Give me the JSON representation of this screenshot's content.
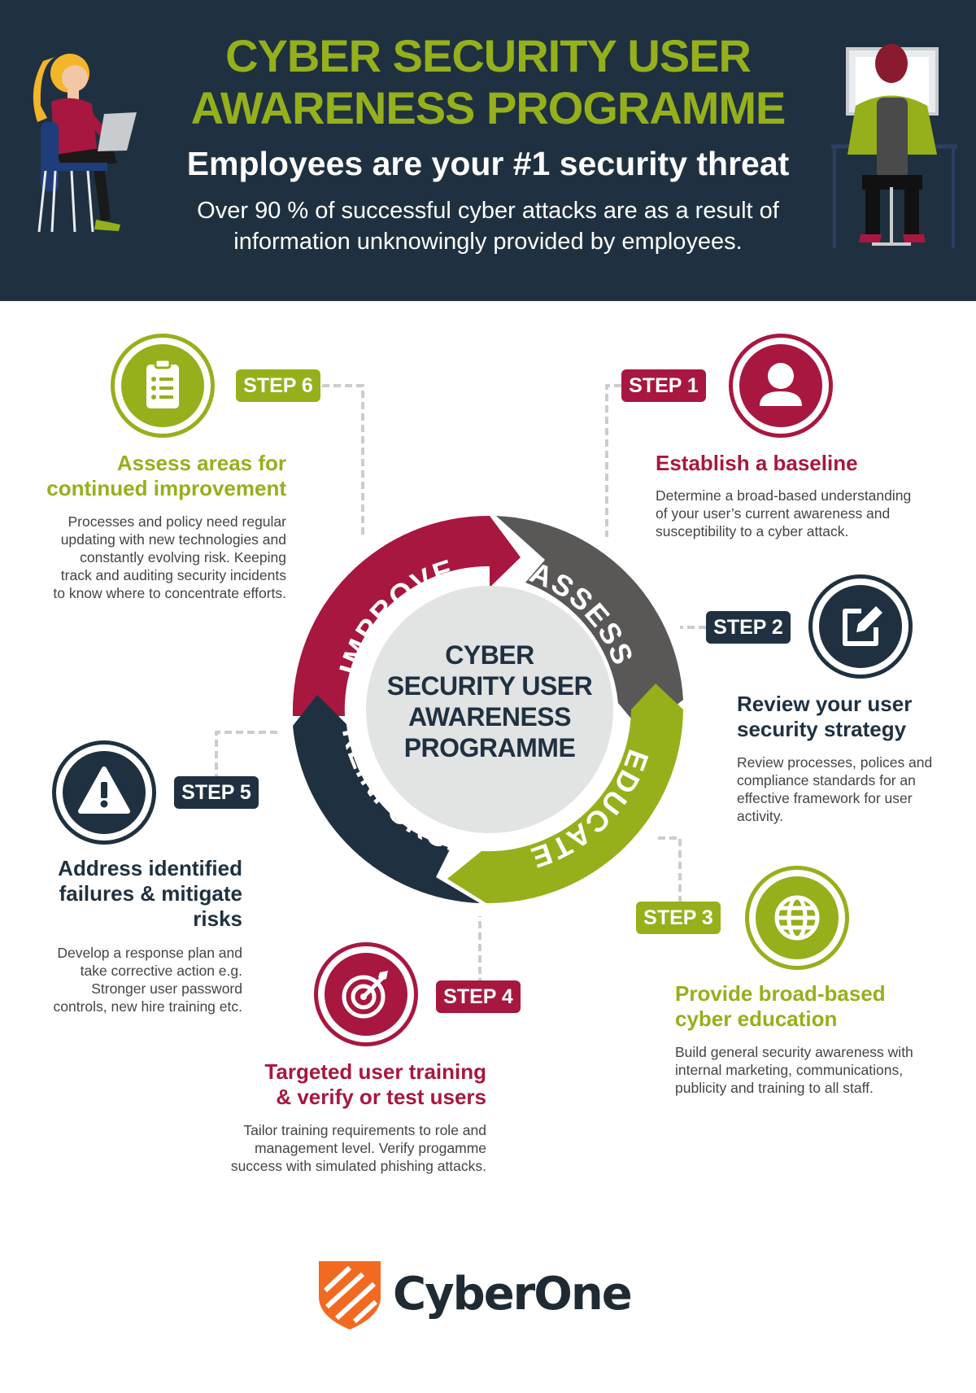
{
  "header": {
    "title_line1": "CYBER SECURITY USER",
    "title_line2": "AWARENESS PROGRAMME",
    "subtitle": "Employees are your #1 security threat",
    "intro_line1": "Over 90 % of successful cyber attacks are as a result of",
    "intro_line2": "information unknowingly provided by employees."
  },
  "cycle": {
    "center_lines": [
      "CYBER",
      "SECURITY USER",
      "AWARENESS",
      "PROGRAMME"
    ],
    "segments": {
      "assess": "ASSESS",
      "educate": "EDUCATE",
      "reinforce": "REINFORCE",
      "improve": "IMPROVE"
    }
  },
  "steps": [
    {
      "badge": "STEP 1",
      "heading": [
        "Establish a baseline"
      ],
      "description": [
        "Determine a broad-based understanding",
        "of your user’s current awareness and",
        "susceptibility to a cyber attack."
      ],
      "icon": "user-icon",
      "color": "#a8173f"
    },
    {
      "badge": "STEP 2",
      "heading": [
        "Review your user",
        "security strategy"
      ],
      "description": [
        "Review processes, polices and",
        "compliance standards for an",
        "effective framework for user",
        "activity."
      ],
      "icon": "edit-icon",
      "color": "#1f3140"
    },
    {
      "badge": "STEP 3",
      "heading": [
        "Provide broad-based",
        "cyber education"
      ],
      "description": [
        "Build general security awareness with",
        "internal marketing, communications,",
        "publicity and training to all staff."
      ],
      "icon": "globe-icon",
      "color": "#95b01b"
    },
    {
      "badge": "STEP 4",
      "heading": [
        "Targeted user training",
        "& verify or test users"
      ],
      "description": [
        "Tailor training requirements to role and",
        "management level.  Verify progamme",
        "success with simulated phishing attacks."
      ],
      "icon": "target-icon",
      "color": "#a8173f"
    },
    {
      "badge": "STEP 5",
      "heading": [
        "Address identified",
        "failures & mitigate",
        "risks"
      ],
      "description": [
        "Develop a response plan and",
        "take corrective action e.g.",
        "Stronger user password",
        "controls, new hire training etc."
      ],
      "icon": "warning-icon",
      "color": "#1f3140"
    },
    {
      "badge": "STEP 6",
      "heading": [
        "Assess areas for",
        "continued improvement"
      ],
      "description": [
        "Processes and policy need regular",
        "updating with new technologies and",
        "constantly evolving risk. Keeping",
        "track and auditing security incidents",
        "to know where to concentrate efforts."
      ],
      "icon": "clipboard-icon",
      "color": "#95b01b"
    }
  ],
  "colors": {
    "navy": "#1f3140",
    "green": "#95b01b",
    "crimson": "#a8173f",
    "grey": "#5a5757",
    "orange": "#f26a21"
  },
  "footer": {
    "brand": "CyberOne"
  }
}
